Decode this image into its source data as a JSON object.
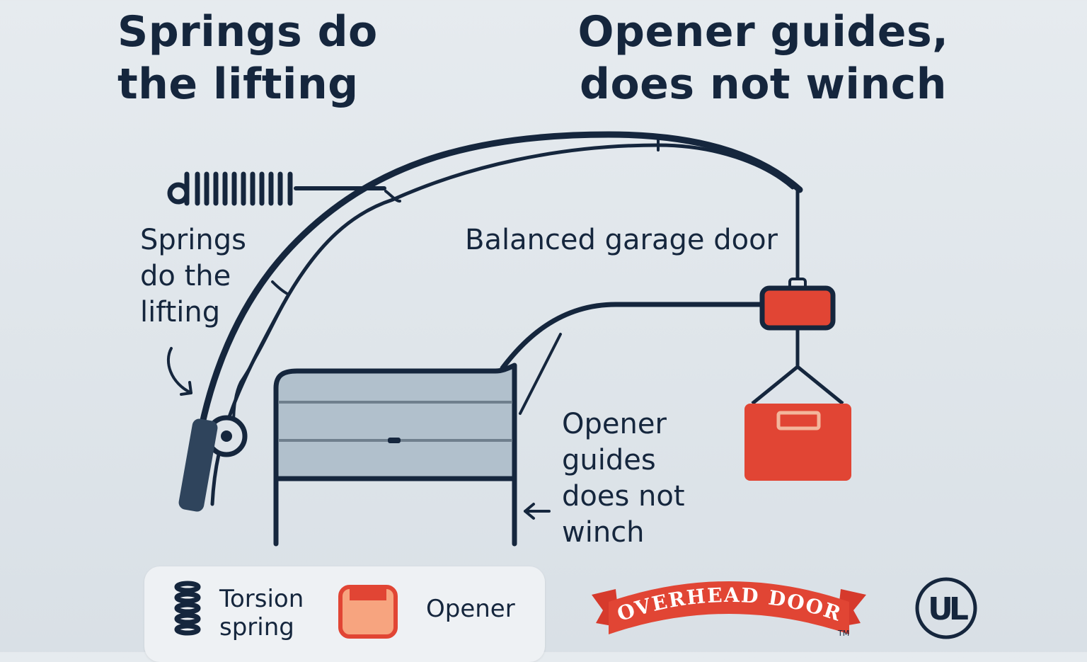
{
  "headline_left": [
    "Springs do",
    "the lifting"
  ],
  "headline_right": [
    "Opener guides,",
    "does not winch"
  ],
  "labels": {
    "springs": [
      "Springs",
      "do the",
      "lifting"
    ],
    "balanced": "Balanced garage door",
    "opener": [
      "Opener",
      "guides",
      "does not",
      "winch"
    ]
  },
  "legend": {
    "spring_label": [
      "Torsion",
      "spring"
    ],
    "opener_label": "Opener"
  },
  "brand": {
    "name": "OVERHEAD DOOR",
    "tm": "TM"
  },
  "certification": "UL",
  "colors": {
    "ink": "#15263d",
    "accent_red": "#e14534",
    "door_panel": "#b1c0cc",
    "legend_bg": "#eef1f4"
  },
  "icons": [
    "torsion-spring-icon",
    "opener-icon",
    "arrow-icon",
    "ul-mark-icon"
  ]
}
